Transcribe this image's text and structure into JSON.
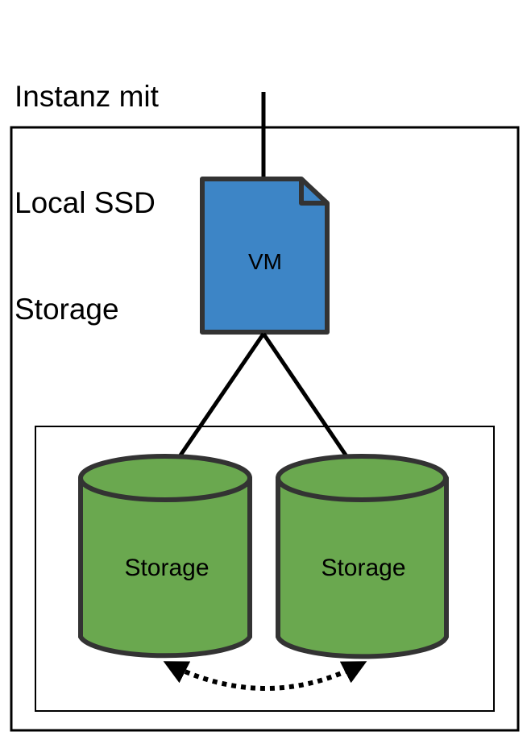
{
  "title": {
    "lines": [
      "Instanz mit",
      "Local SSD",
      "Storage"
    ]
  },
  "nodes": {
    "vm": {
      "label": "VM",
      "shape": "document",
      "fill": "#3d85c6",
      "stroke": "#333333"
    },
    "storage_left": {
      "label": "Storage",
      "shape": "cylinder",
      "fill": "#6aa84f",
      "stroke": "#333333"
    },
    "storage_right": {
      "label": "Storage",
      "shape": "cylinder",
      "fill": "#6aa84f",
      "stroke": "#333333"
    }
  },
  "containers": {
    "instance": {
      "name": "instance-box",
      "stroke": "#000000"
    },
    "local_ssd_group": {
      "name": "storage-group-box",
      "stroke": "#000000"
    }
  },
  "edges": [
    {
      "from": "external",
      "to": "vm",
      "style": "solid"
    },
    {
      "from": "vm",
      "to": "storage_left",
      "style": "solid"
    },
    {
      "from": "vm",
      "to": "storage_right",
      "style": "solid"
    },
    {
      "from": "storage_left",
      "to": "storage_right",
      "style": "dotted",
      "arrows": "both"
    }
  ]
}
